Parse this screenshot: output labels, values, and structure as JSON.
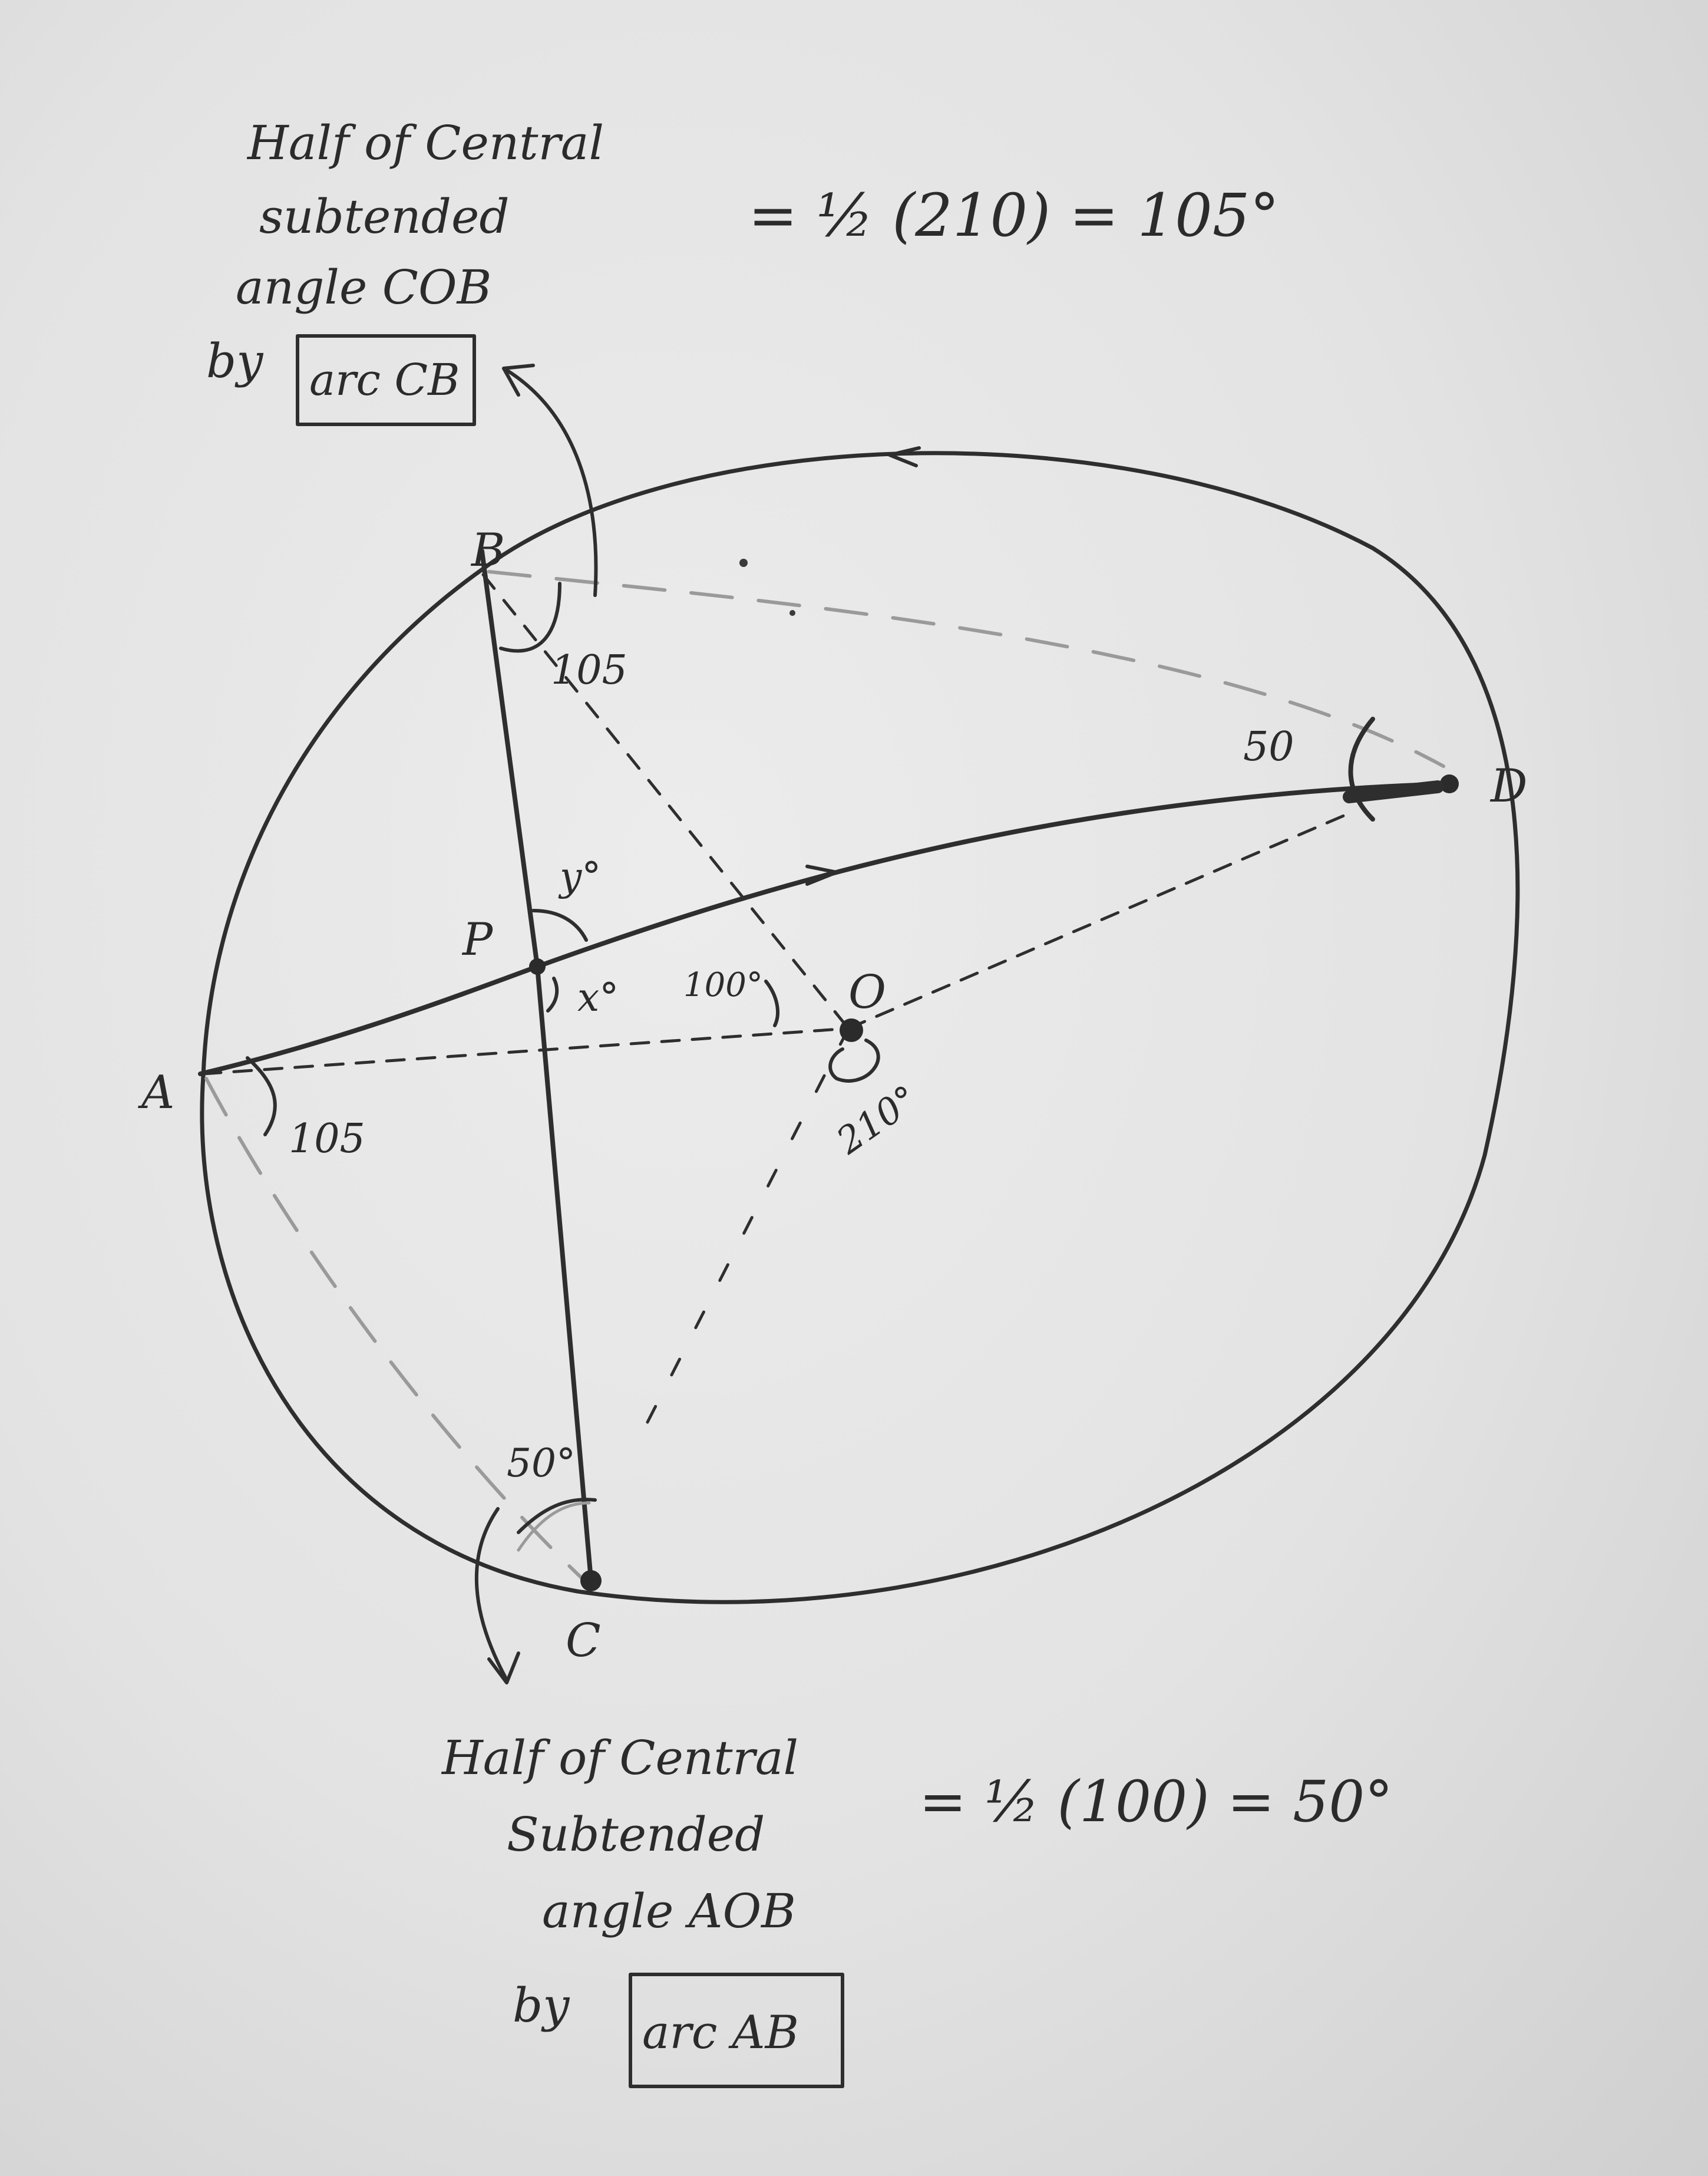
{
  "points": {
    "A": "A",
    "B": "B",
    "C": "C",
    "D": "D",
    "P": "P",
    "O": "O"
  },
  "angles": {
    "B": "105",
    "A": "105",
    "D": "50",
    "C": "50°",
    "x": "x°",
    "y": "y°",
    "central_AOB": "100°",
    "reflex_BOC": "210°"
  },
  "top_note": {
    "lines": [
      "Half of Central",
      "subtended",
      "angle COB",
      "by"
    ],
    "boxed": "arc CB",
    "equation": "= ½ (210) = 105°"
  },
  "bottom_note": {
    "lines": [
      "Half of Central",
      "Subtended",
      "angle AOB",
      "by"
    ],
    "boxed": "arc AB",
    "equation": "= ½ (100) = 50°"
  }
}
